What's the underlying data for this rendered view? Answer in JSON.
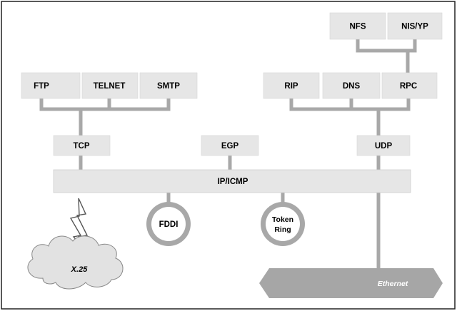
{
  "diagram": {
    "application_layer": {
      "ftp": "FTP",
      "telnet": "TELNET",
      "smtp": "SMTP",
      "nfs": "NFS",
      "nis_yp": "NIS/YP",
      "rip": "RIP",
      "dns": "DNS",
      "rpc": "RPC"
    },
    "transport_layer": {
      "tcp": "TCP",
      "egp": "EGP",
      "udp": "UDP"
    },
    "internet_layer": {
      "ip_icmp": "IP/ICMP"
    },
    "network_layer": {
      "fddi": "FDDI",
      "token_ring_line1": "Token",
      "token_ring_line2": "Ring",
      "x25": "X.25",
      "ethernet": "Ethernet"
    }
  }
}
